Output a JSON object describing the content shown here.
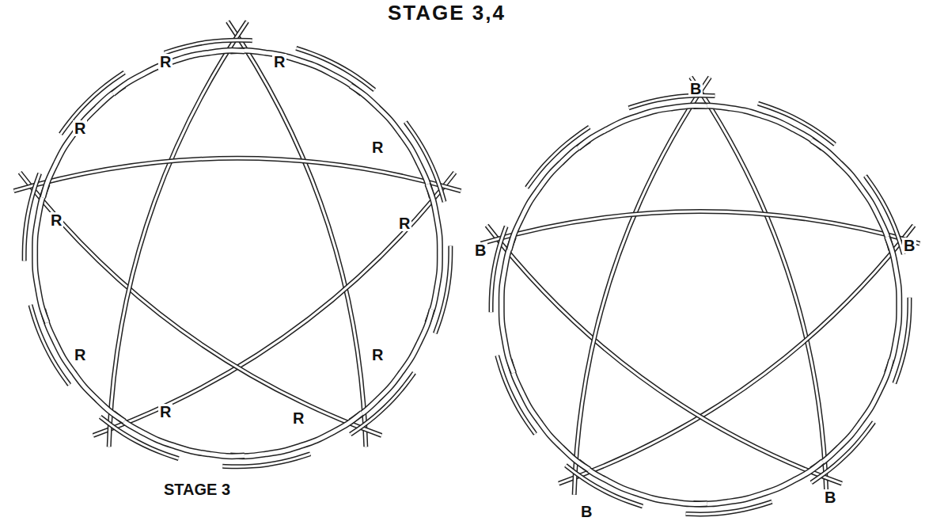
{
  "diagram": {
    "title": "STAGE 3,4",
    "labels": [
      "R",
      "R",
      "R",
      "R",
      "R",
      "R",
      "R",
      "R",
      "R",
      "R",
      "STAGE 3",
      "B",
      "B",
      "B",
      "B",
      "B"
    ]
  }
}
